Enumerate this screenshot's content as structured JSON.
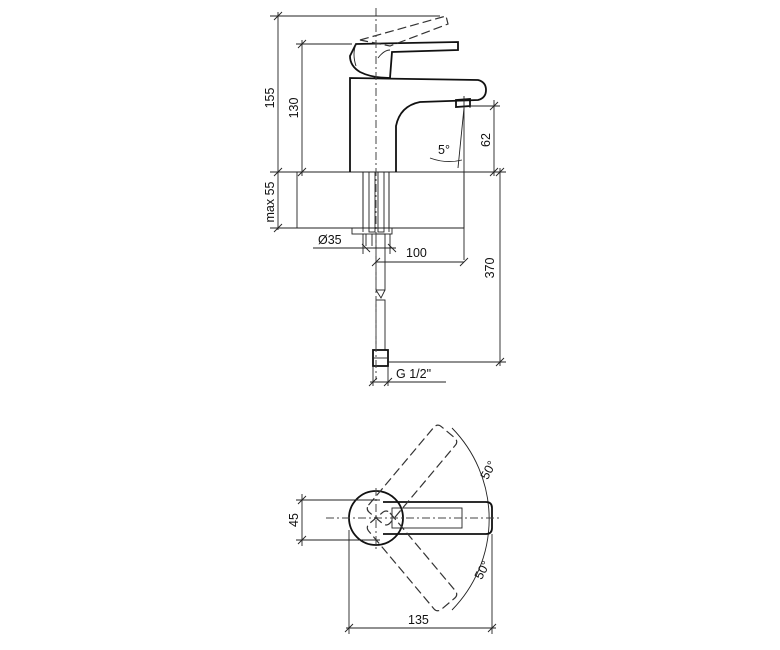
{
  "dimensions": {
    "height_total": "155",
    "height_spout": "130",
    "counter_max": "max 55",
    "spout_drop": "62",
    "tilt_angle": "5°",
    "hole_diameter": "Ø35",
    "reach": "100",
    "hose_length": "370",
    "thread": "G 1/2\"",
    "plan_width": "45",
    "plan_length": "135",
    "lever_angle_upper": "50°",
    "lever_angle_lower": "50°"
  }
}
